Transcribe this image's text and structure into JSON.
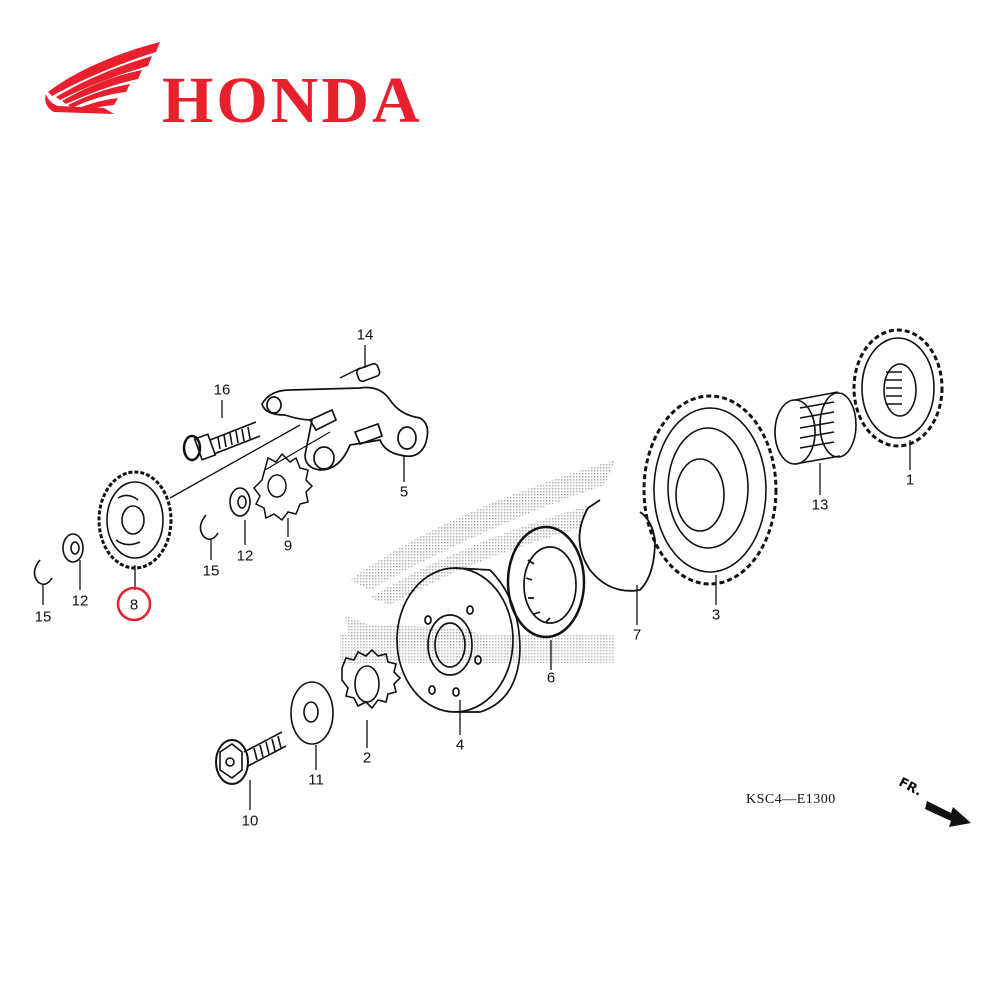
{
  "brand": {
    "name": "HONDA",
    "color": "#e8202e",
    "logo_icon": "honda-wing-icon"
  },
  "diagram": {
    "drawing_code": "KSC4—E1300",
    "direction_label": "FR.",
    "direction_icon": "front-arrow-icon",
    "highlighted_part": "8",
    "highlight_color": "#e8202e"
  },
  "parts": [
    {
      "ref": "1",
      "label": "1",
      "depicts": "gear (spline hub)"
    },
    {
      "ref": "2",
      "label": "2",
      "depicts": "small spline gear"
    },
    {
      "ref": "3",
      "label": "3",
      "depicts": "large starter driven gear"
    },
    {
      "ref": "4",
      "label": "4",
      "depicts": "one-way clutch outer / flywheel hub"
    },
    {
      "ref": "5",
      "label": "5",
      "depicts": "idle gear holder arm"
    },
    {
      "ref": "6",
      "label": "6",
      "depicts": "one-way clutch (sprag)"
    },
    {
      "ref": "7",
      "label": "7",
      "depicts": "retaining plate / clip"
    },
    {
      "ref": "8",
      "label": "8",
      "depicts": "reduction gear"
    },
    {
      "ref": "9",
      "label": "9",
      "depicts": "small idle gear"
    },
    {
      "ref": "10",
      "label": "10",
      "depicts": "flange bolt"
    },
    {
      "ref": "11",
      "label": "11",
      "depicts": "washer"
    },
    {
      "ref": "12",
      "label": "12",
      "depicts": "thrust washer"
    },
    {
      "ref": "12b",
      "label": "12",
      "depicts": "thrust washer"
    },
    {
      "ref": "13",
      "label": "13",
      "depicts": "needle bearing"
    },
    {
      "ref": "14",
      "label": "14",
      "depicts": "dowel pin"
    },
    {
      "ref": "15",
      "label": "15",
      "depicts": "snap ring"
    },
    {
      "ref": "15b",
      "label": "15",
      "depicts": "snap ring"
    },
    {
      "ref": "16",
      "label": "16",
      "depicts": "socket bolt"
    }
  ]
}
